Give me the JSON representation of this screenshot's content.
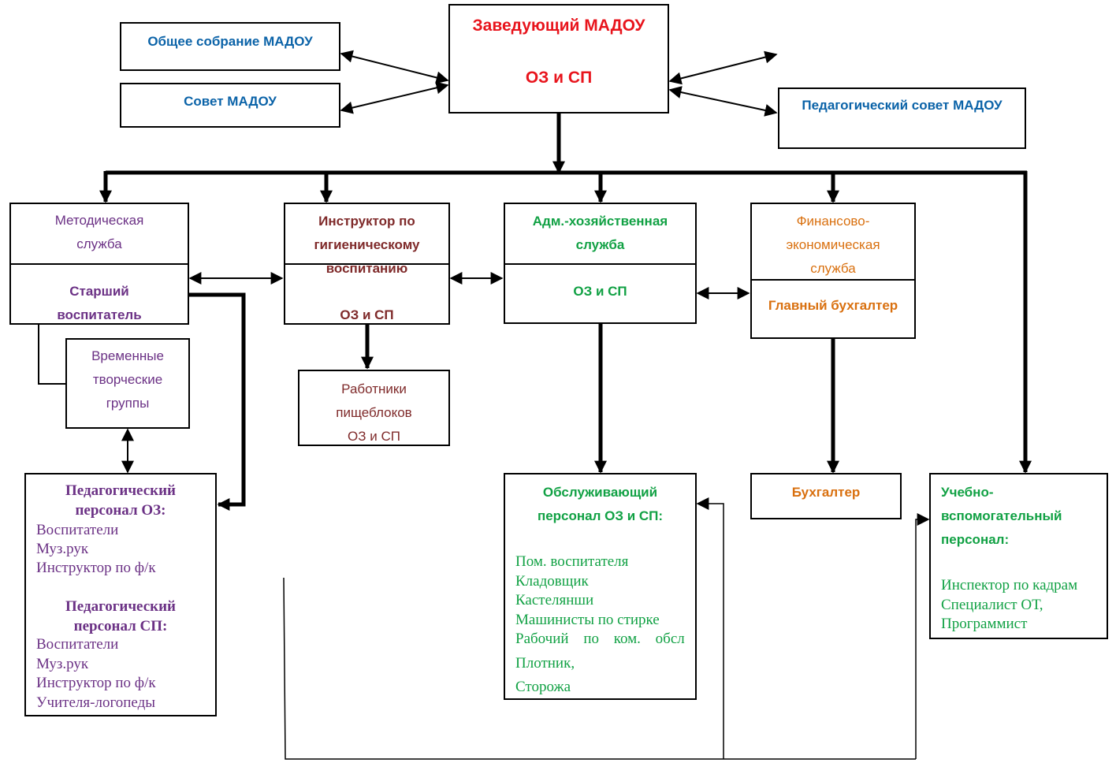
{
  "director": {
    "title": "Заведующий МАДОУ",
    "subtitle": "ОЗ и СП"
  },
  "general_meeting": {
    "label": "Общее собрание МАДОУ"
  },
  "council": {
    "label": "Совет МАДОУ"
  },
  "ped_council": {
    "label": "Педагогический совет МАДОУ"
  },
  "methodical": {
    "top": [
      "Методическая",
      "служба"
    ],
    "bottom": [
      "Старший",
      "воспитатель"
    ]
  },
  "instructor": {
    "lines": [
      "Инструктор по",
      "гигиеническому",
      "воспитанию"
    ],
    "bottom": "ОЗ и СП"
  },
  "adm": {
    "top": [
      "Адм.-хозяйственная",
      "служба"
    ],
    "bottom": "ОЗ и СП"
  },
  "finance": {
    "top": [
      "Финансово-",
      "экономическая",
      "служба"
    ],
    "bottom": "Главный бухгалтер"
  },
  "temp_groups": {
    "lines": [
      "Временные",
      "творческие",
      "группы"
    ]
  },
  "food_workers": {
    "lines": [
      "Работники",
      "пищеблоков",
      "ОЗ и СП"
    ]
  },
  "ped_staff": {
    "heading1": [
      "Педагогический",
      "персонал ОЗ:"
    ],
    "items1": [
      "Воспитатели",
      "Муз.рук",
      "Инструктор по ф/к"
    ],
    "heading2": [
      "Педагогический",
      "персонал СП:"
    ],
    "items2": [
      "Воспитатели",
      "Муз.рук",
      "Инструктор по ф/к",
      "Учителя-логопеды"
    ]
  },
  "service_staff": {
    "heading": [
      "Обслуживающий",
      "персонал ОЗ и СП:"
    ],
    "items": [
      "Пом. воспитателя",
      "Кладовщик",
      "Кастелянши",
      "Машинисты по стирке",
      "Рабочий по ком. обсл",
      "Плотник,",
      "Сторожа"
    ]
  },
  "accountant": {
    "label": "Бухгалтер"
  },
  "support_staff": {
    "heading": [
      "Учебно-",
      "вспомогательный",
      "персонал:"
    ],
    "items": [
      "Инспектор по кадрам",
      "Специалист ОТ,",
      "Программист"
    ]
  },
  "colors": {
    "blue": "#0b63a8",
    "red": "#e8141c",
    "purple": "#6b3185",
    "maroon": "#7f2a2a",
    "green": "#11a144",
    "orange": "#d9700f"
  }
}
